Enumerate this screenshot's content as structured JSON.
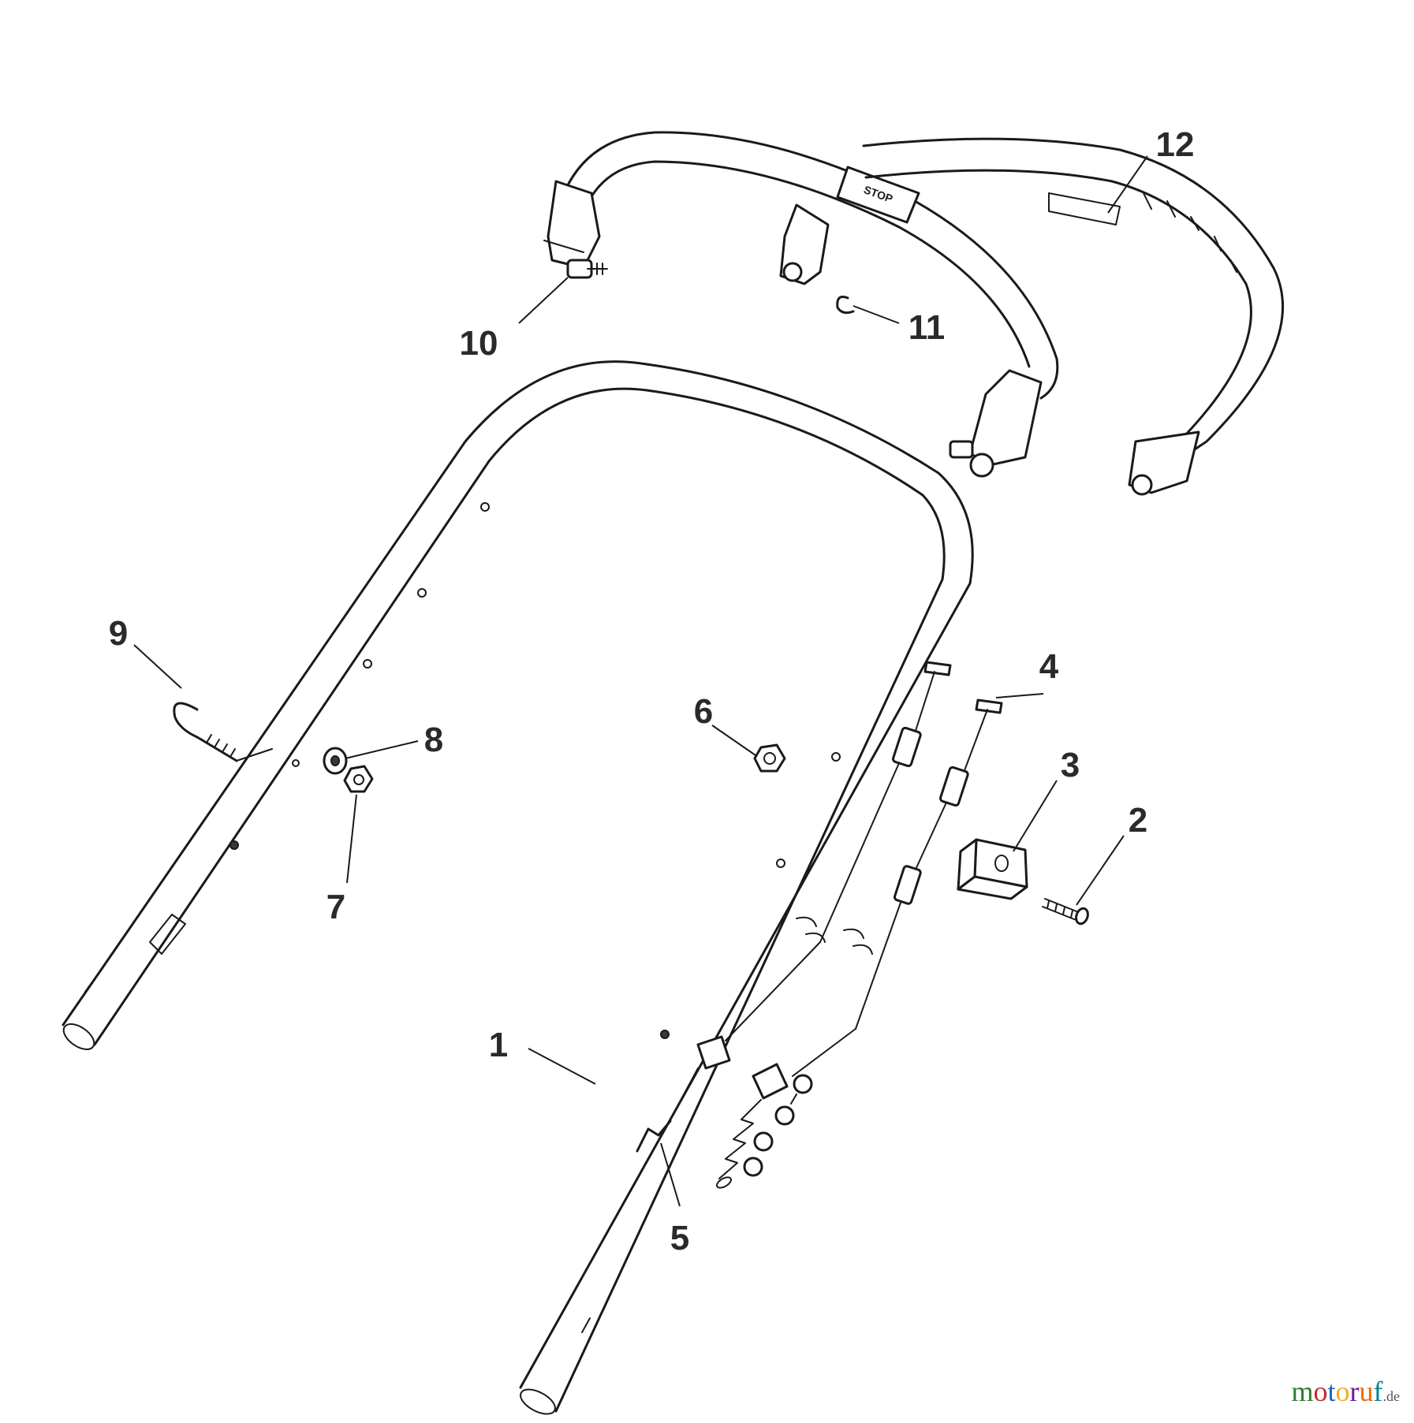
{
  "diagram": {
    "callouts": [
      {
        "id": "1",
        "label": "1"
      },
      {
        "id": "2",
        "label": "2"
      },
      {
        "id": "3",
        "label": "3"
      },
      {
        "id": "4",
        "label": "4"
      },
      {
        "id": "5",
        "label": "5"
      },
      {
        "id": "6",
        "label": "6"
      },
      {
        "id": "7",
        "label": "7"
      },
      {
        "id": "8",
        "label": "8"
      },
      {
        "id": "9",
        "label": "9"
      },
      {
        "id": "10",
        "label": "10"
      },
      {
        "id": "11",
        "label": "11"
      },
      {
        "id": "12",
        "label": "12"
      }
    ],
    "handle_marking": "STOP"
  },
  "watermark": {
    "brand": "motoruf",
    "tld": ".de",
    "colors": [
      "#2e7d32",
      "#c62828",
      "#1565c0",
      "#f9a825",
      "#6a1b9a",
      "#ef6c00",
      "#00838f"
    ]
  }
}
